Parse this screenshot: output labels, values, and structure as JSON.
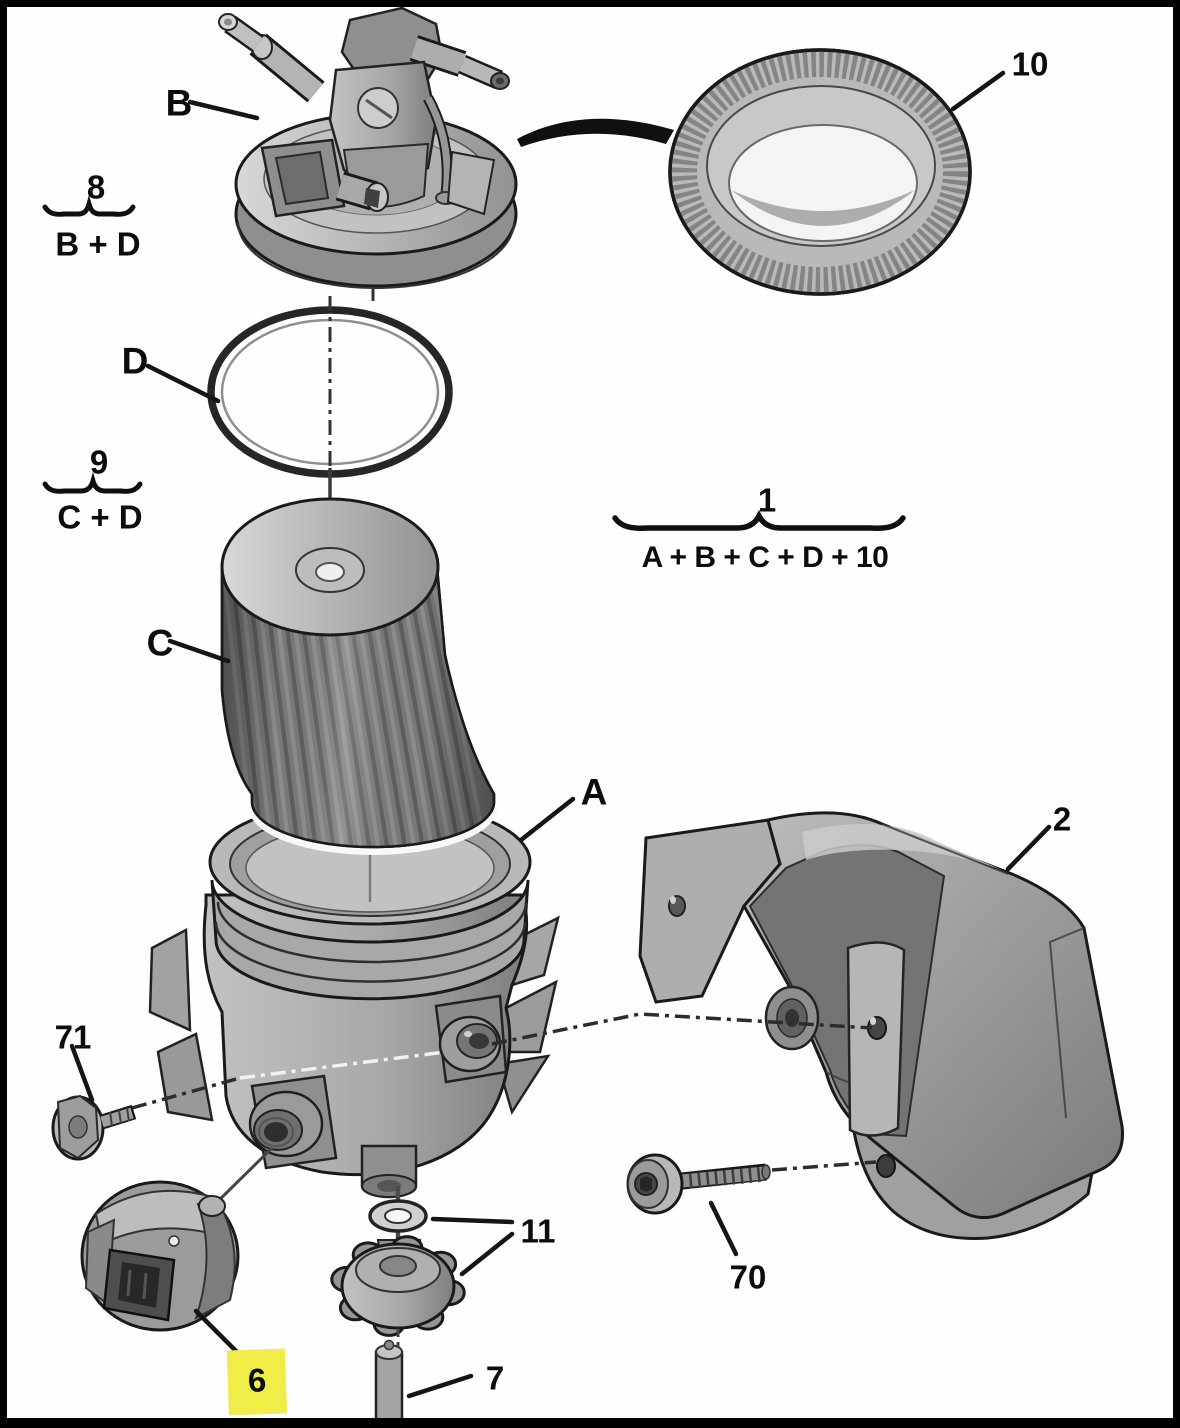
{
  "diagram": {
    "highlight_color": "#f0ed49",
    "background_color": "#fefefe",
    "frame_color": "#000000",
    "callouts": {
      "b": {
        "label": "B"
      },
      "d": {
        "label": "D"
      },
      "c": {
        "label": "C"
      },
      "a": {
        "label": "A"
      },
      "p2": {
        "label": "2"
      },
      "p10": {
        "label": "10"
      },
      "p71": {
        "label": "71"
      },
      "p11": {
        "label": "11"
      },
      "p70": {
        "label": "70"
      },
      "p6": {
        "label": "6"
      },
      "p7": {
        "label": "7"
      }
    },
    "groups": {
      "g8": {
        "number": "8",
        "formula": "B + D"
      },
      "g9": {
        "number": "9",
        "formula": "C + D"
      },
      "g1": {
        "number": "1",
        "formula": "A + B + C + D + 10"
      }
    }
  }
}
